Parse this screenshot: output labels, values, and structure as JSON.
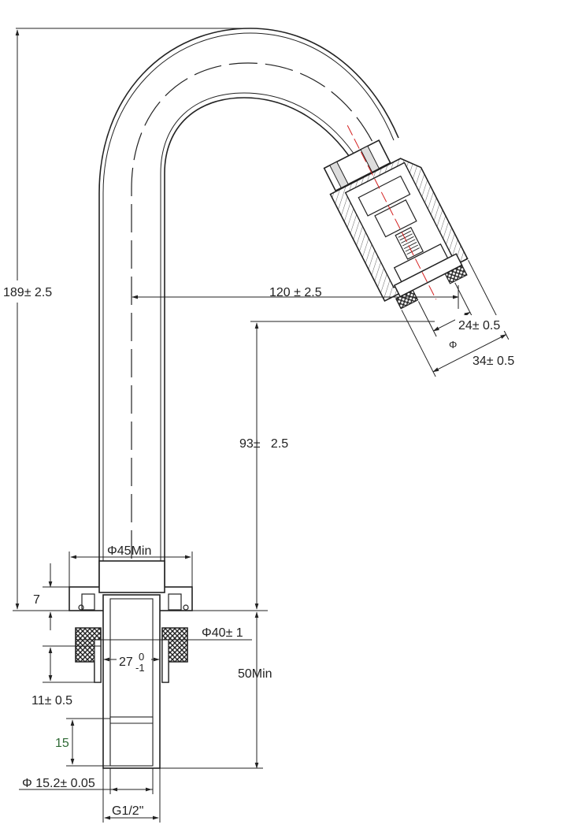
{
  "dimensions": {
    "height_total": "189± 2.5",
    "reach": "120 ± 2.5",
    "outlet_height": "93±   2.5",
    "aerator_inner": "24± 0.5",
    "aerator_outer": "34± 0.5",
    "base_diameter": "Φ45Min",
    "base_thickness": "7",
    "nut_diameter": "Φ40± 1",
    "thread_inner": "27",
    "thread_tol_sup": "0",
    "thread_tol_sub": "-1",
    "mount_length": "50Min",
    "nut_height": "11± 0.5",
    "thread_length": "15",
    "inlet_diameter": "Φ 15.2± 0.05",
    "thread_spec": "G1/2\"",
    "phi_symbol": "Φ"
  },
  "colors": {
    "line": "#222222",
    "hatch": "#555555",
    "centerline_red": "#d42020",
    "dim_green": "#2f6a35"
  }
}
